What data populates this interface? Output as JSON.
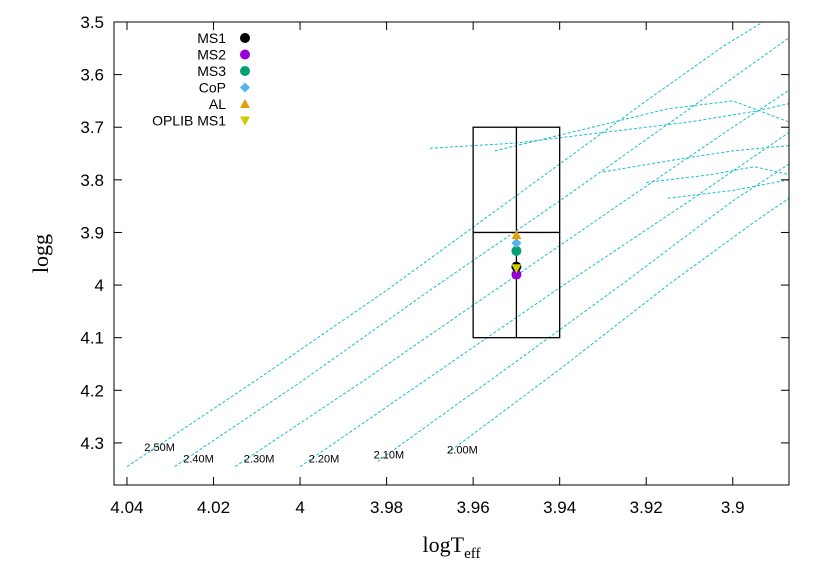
{
  "chart_data": {
    "type": "scatter",
    "xlabel": "logT",
    "xlabel_sub": "eff",
    "ylabel": "logg",
    "xlim": [
      4.043,
      3.887
    ],
    "ylim": [
      3.5,
      4.38
    ],
    "x_reversed": true,
    "y_reversed": true,
    "x_ticks": [
      4.04,
      4.02,
      4.0,
      3.98,
      3.96,
      3.94,
      3.92,
      3.9
    ],
    "x_tick_labels": [
      "4.04",
      "4.02",
      "4",
      "3.98",
      "3.96",
      "3.94",
      "3.92",
      "3.9"
    ],
    "y_ticks": [
      3.5,
      3.6,
      3.7,
      3.8,
      3.9,
      4.0,
      4.1,
      4.2,
      4.3
    ],
    "y_tick_labels": [
      "3.5",
      "3.6",
      "3.7",
      "3.8",
      "3.9",
      "4",
      "4.1",
      "4.2",
      "4.3"
    ],
    "grid": false,
    "legend_position": "top-left",
    "error_box": {
      "x_center": 3.95,
      "x_min": 3.94,
      "x_max": 3.96,
      "y_center": 3.9,
      "y_min": 3.7,
      "y_max": 4.1
    },
    "series": [
      {
        "name": "MS1",
        "marker": "circle",
        "color": "#000000",
        "x": 3.95,
        "y": 3.965
      },
      {
        "name": "MS2",
        "marker": "circle",
        "color": "#9400d3",
        "x": 3.95,
        "y": 3.98
      },
      {
        "name": "MS3",
        "marker": "circle",
        "color": "#009e73",
        "x": 3.95,
        "y": 3.935
      },
      {
        "name": "CoP",
        "marker": "diamond",
        "color": "#56b4e9",
        "x": 3.95,
        "y": 3.92
      },
      {
        "name": "AL",
        "marker": "triangle-up",
        "color": "#e69f00",
        "x": 3.95,
        "y": 3.905
      },
      {
        "name": "OPLIB MS1",
        "marker": "triangle-down",
        "color": "#cccc00",
        "x": 3.95,
        "y": 3.968
      }
    ],
    "tracks": [
      {
        "label": "2.50M",
        "label_x": 4.036,
        "label_y": 4.315,
        "x": [
          4.04,
          4.01,
          3.98,
          3.95,
          3.92,
          3.902,
          3.887
        ],
        "y": [
          4.345,
          4.18,
          4.01,
          3.83,
          3.65,
          3.545,
          3.47
        ]
      },
      {
        "label": "2.40M",
        "label_x": 4.027,
        "label_y": 4.337,
        "x": [
          4.029,
          4.0,
          3.97,
          3.94,
          3.91,
          3.887
        ],
        "y": [
          4.345,
          4.185,
          4.01,
          3.84,
          3.665,
          3.53
        ]
      },
      {
        "label": "2.30M",
        "label_x": 4.013,
        "label_y": 4.337,
        "x": [
          4.015,
          3.985,
          3.955,
          3.925,
          3.9,
          3.887
        ],
        "y": [
          4.345,
          4.18,
          4.01,
          3.84,
          3.7,
          3.63
        ]
      },
      {
        "label": "2.20M",
        "label_x": 3.998,
        "label_y": 4.337,
        "x": [
          4.0,
          3.97,
          3.94,
          3.91,
          3.887
        ],
        "y": [
          4.345,
          4.175,
          4.005,
          3.84,
          3.71
        ]
      },
      {
        "label": "2.10M",
        "label_x": 3.983,
        "label_y": 4.33,
        "x": [
          3.982,
          3.955,
          3.925,
          3.9,
          3.887
        ],
        "y": [
          4.335,
          4.175,
          3.995,
          3.84,
          3.77
        ]
      },
      {
        "label": "2.00M",
        "label_x": 3.966,
        "label_y": 4.32,
        "x": [
          3.966,
          3.94,
          3.915,
          3.895,
          3.887
        ],
        "y": [
          4.32,
          4.16,
          4.0,
          3.88,
          3.835
        ]
      },
      {
        "label": "",
        "label_x": 0,
        "label_y": 0,
        "x": [
          3.97,
          3.95,
          3.93,
          3.91,
          3.895,
          3.887
        ],
        "y": [
          3.74,
          3.73,
          3.71,
          3.69,
          3.67,
          3.655
        ]
      },
      {
        "label": "",
        "label_x": 0,
        "label_y": 0,
        "x": [
          3.955,
          3.935,
          3.915,
          3.9,
          3.887
        ],
        "y": [
          3.745,
          3.705,
          3.665,
          3.65,
          3.69
        ]
      },
      {
        "label": "",
        "label_x": 0,
        "label_y": 0,
        "x": [
          3.93,
          3.912,
          3.9,
          3.887
        ],
        "y": [
          3.785,
          3.76,
          3.745,
          3.735
        ]
      },
      {
        "label": "",
        "label_x": 0,
        "label_y": 0,
        "x": [
          3.92,
          3.905,
          3.895,
          3.887
        ],
        "y": [
          3.805,
          3.79,
          3.775,
          3.79
        ]
      },
      {
        "label": "",
        "label_x": 0,
        "label_y": 0,
        "x": [
          3.915,
          3.9,
          3.887
        ],
        "y": [
          3.835,
          3.82,
          3.8
        ]
      }
    ]
  }
}
